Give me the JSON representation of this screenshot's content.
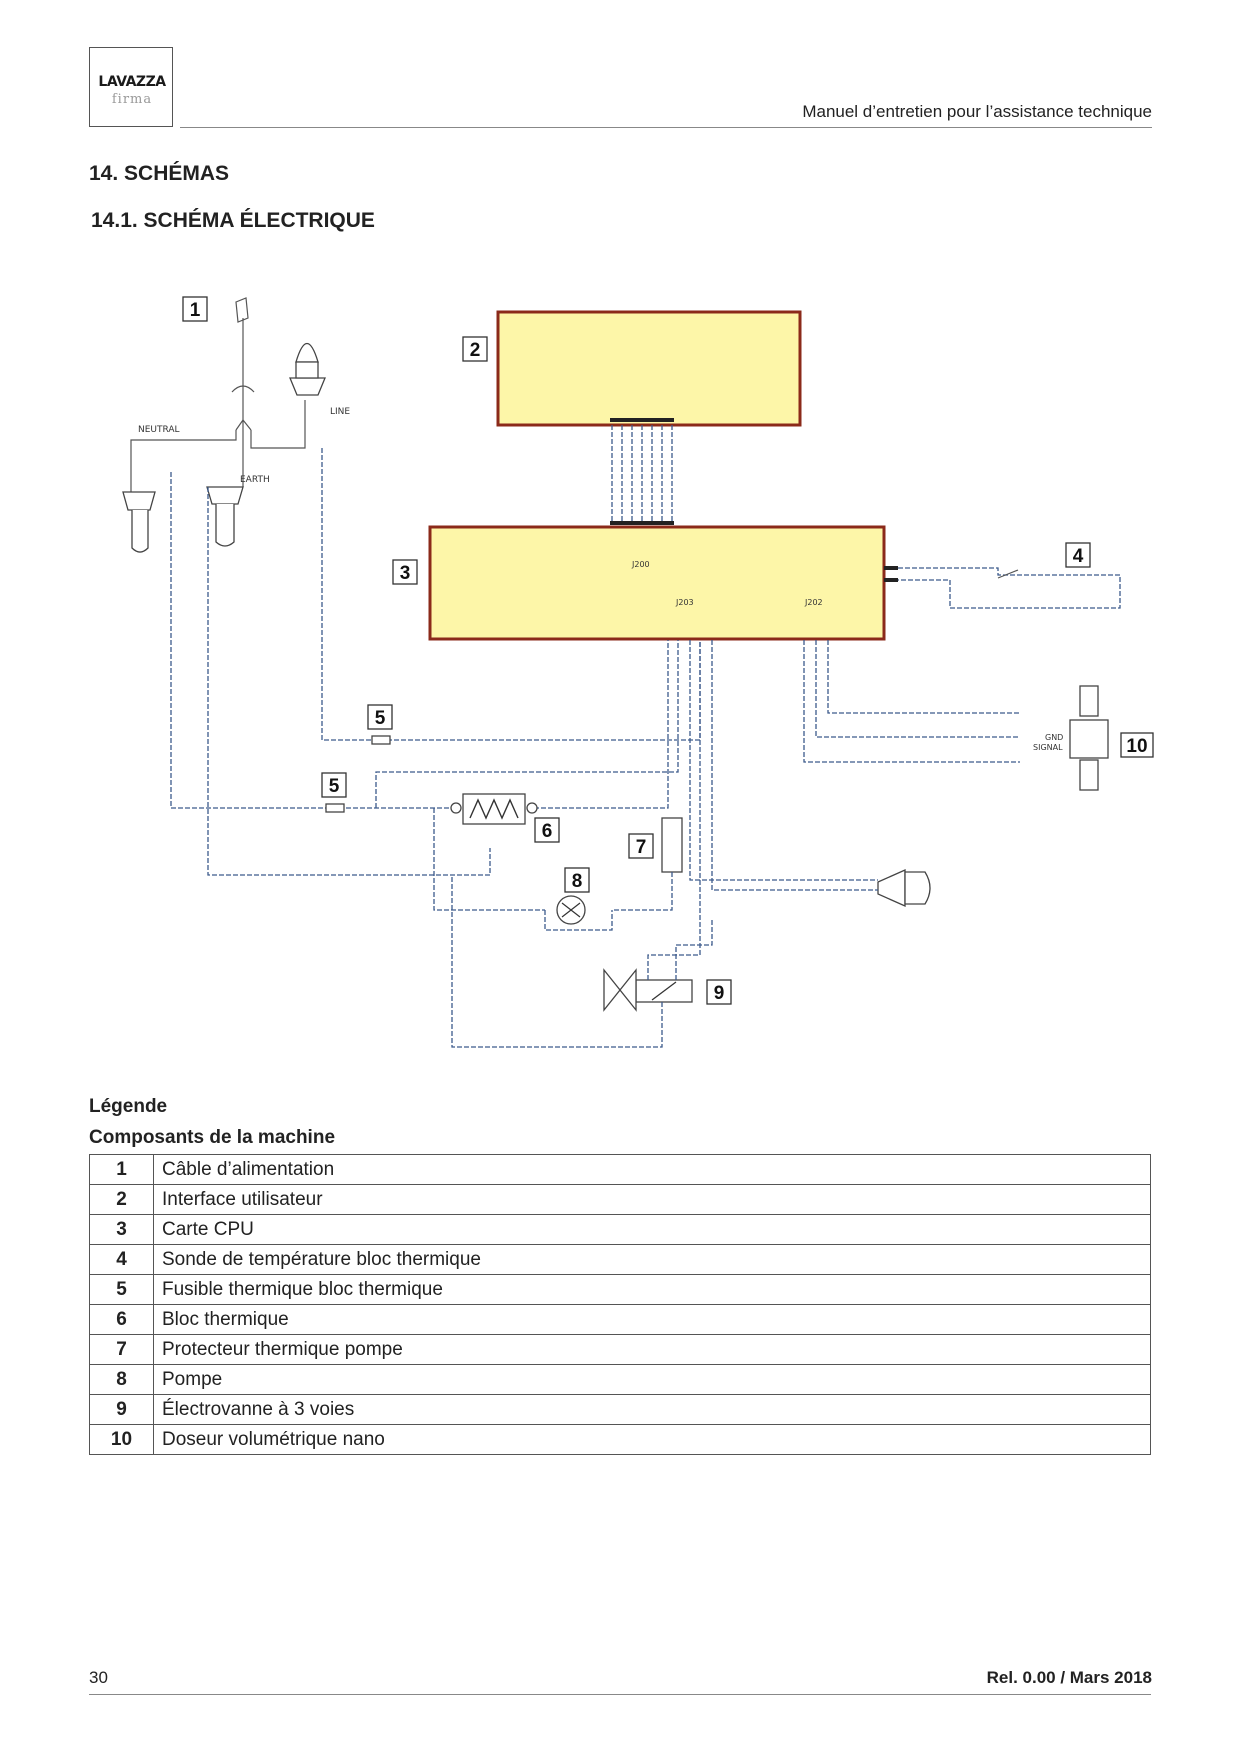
{
  "header": {
    "logo_brand": "LAVAZZA",
    "logo_sub": "firma",
    "title": "Manuel d’entretien pour l’assistance technique"
  },
  "section": {
    "h1": "14. SCHÉMAS",
    "h2": "14.1. SCHÉMA ÉLECTRIQUE"
  },
  "schematic": {
    "callouts": [
      "1",
      "2",
      "3",
      "4",
      "5",
      "5",
      "6",
      "7",
      "8",
      "9",
      "10"
    ],
    "labels": {
      "neutral": "NEUTRAL",
      "line": "LINE",
      "earth": "EARTH",
      "j200": "J200",
      "j203": "J203",
      "j202": "J202",
      "gnd": "GND",
      "signal": "SIGNAL"
    },
    "colors": {
      "pcb_fill": "#fdf6a8",
      "pcb_border": "#8b2a1a",
      "wire": "#3c5a8c"
    }
  },
  "legend": {
    "title": "Légende",
    "subtitle": "Composants de la machine",
    "rows": [
      {
        "num": "1",
        "desc": "Câble d’alimentation"
      },
      {
        "num": "2",
        "desc": "Interface utilisateur"
      },
      {
        "num": "3",
        "desc": "Carte CPU"
      },
      {
        "num": "4",
        "desc": "Sonde de température bloc thermique"
      },
      {
        "num": "5",
        "desc": "Fusible thermique bloc thermique"
      },
      {
        "num": "6",
        "desc": "Bloc thermique"
      },
      {
        "num": "7",
        "desc": "Protecteur thermique pompe"
      },
      {
        "num": "8",
        "desc": "Pompe"
      },
      {
        "num": "9",
        "desc": "Électrovanne à 3 voies"
      },
      {
        "num": "10",
        "desc": "Doseur volumétrique nano"
      }
    ]
  },
  "footer": {
    "page": "30",
    "release": "Rel. 0.00 / Mars 2018"
  }
}
